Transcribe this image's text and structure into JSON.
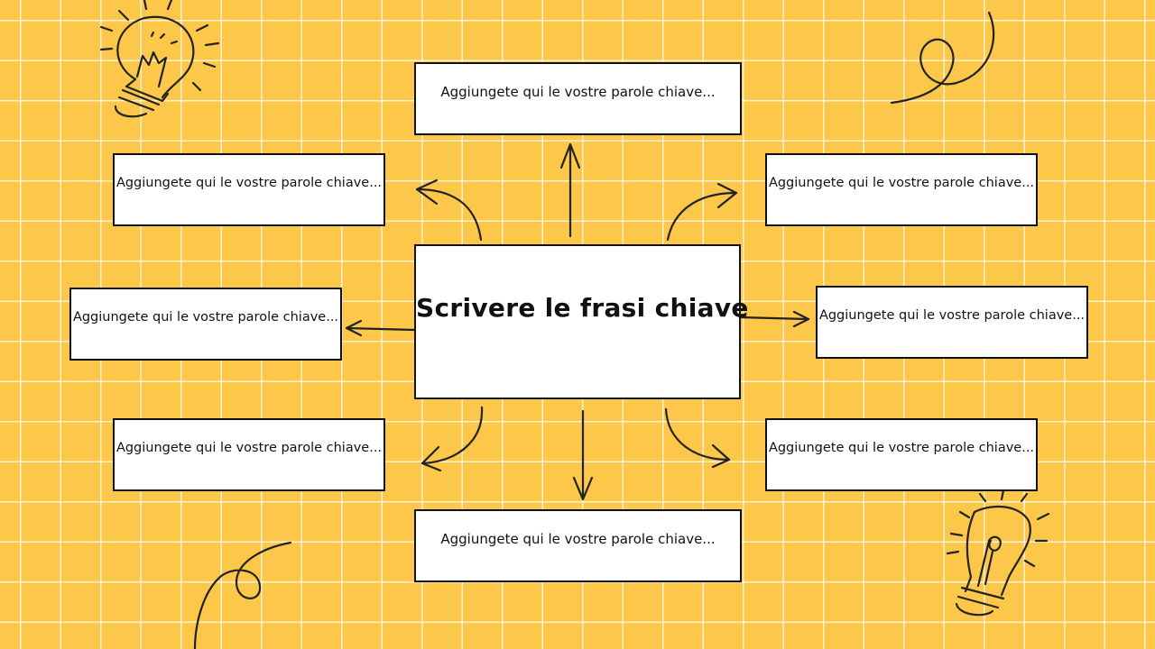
{
  "central_node": {
    "text": "Scrivere le frasi chiave"
  },
  "branches": [
    {
      "id": "top",
      "text": "Aggiungete qui le vostre parole chiave..."
    },
    {
      "id": "upper-left",
      "text": "Aggiungete qui le vostre parole chiave..."
    },
    {
      "id": "upper-right",
      "text": "Aggiungete qui le vostre parole chiave..."
    },
    {
      "id": "left",
      "text": "Aggiungete qui le vostre parole chiave..."
    },
    {
      "id": "right",
      "text": "Aggiungete qui le vostre parole chiave..."
    },
    {
      "id": "lower-left",
      "text": "Aggiungete qui le vostre parole chiave..."
    },
    {
      "id": "lower-right",
      "text": "Aggiungete qui le vostre parole chiave..."
    },
    {
      "id": "bottom",
      "text": "Aggiungete qui le vostre parole chiave..."
    }
  ],
  "colors": {
    "background": "#fdc84a",
    "grid": "#ffffff",
    "box_fill": "#ffffff",
    "stroke": "#111111"
  },
  "decorations": [
    "lightbulb-icon",
    "swirl-doodle",
    "lightbulb-icon",
    "swirl-doodle"
  ]
}
